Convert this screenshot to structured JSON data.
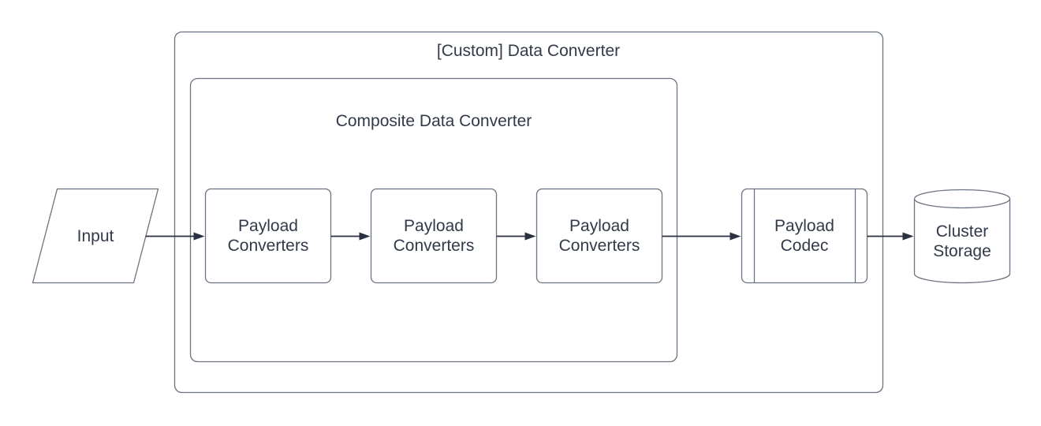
{
  "diagram": {
    "title": "[Custom] Data Converter",
    "subgroup_title": "Composite Data Converter",
    "nodes": {
      "input": {
        "label": "Input",
        "shape": "parallelogram"
      },
      "converters": [
        {
          "label": "Payload Converters",
          "shape": "rounded-rect"
        },
        {
          "label": "Payload Converters",
          "shape": "rounded-rect"
        },
        {
          "label": "Payload Converters",
          "shape": "rounded-rect"
        }
      ],
      "codec": {
        "label": "Payload Codec",
        "shape": "subroutine"
      },
      "storage": {
        "label": "Cluster Storage",
        "shape": "cylinder"
      }
    },
    "colors": {
      "shape_border": "#6b7380",
      "arrow": "#2a3140",
      "text": "#323a49",
      "background": "#ffffff"
    }
  }
}
